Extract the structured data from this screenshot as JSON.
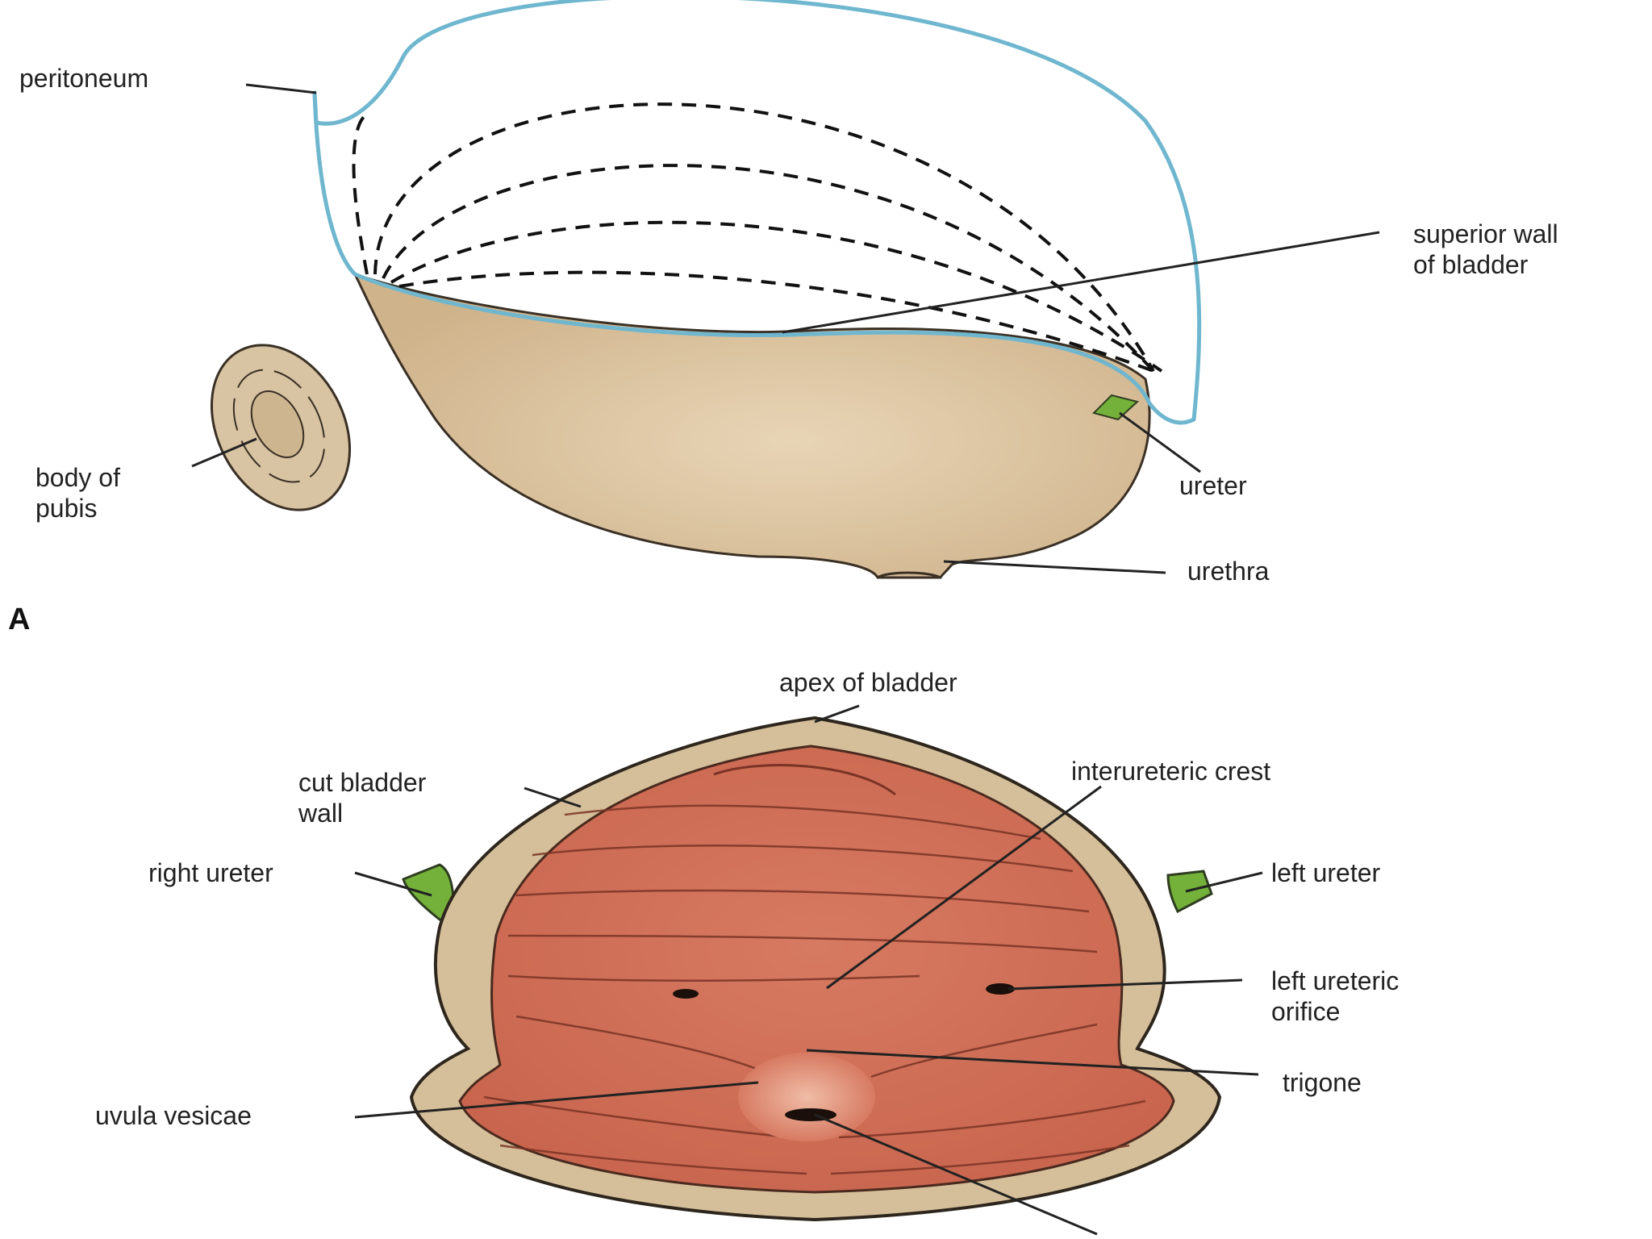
{
  "panel_a": {
    "letter": "A",
    "labels": {
      "peritoneum": "peritoneum",
      "superior_wall_line1": "superior wall",
      "superior_wall_line2": "of bladder",
      "body_of_pubis_line1": "body of",
      "body_of_pubis_line2": "pubis",
      "ureter": "ureter",
      "urethra": "urethra"
    }
  },
  "panel_b": {
    "labels": {
      "apex_of_bladder": "apex of bladder",
      "interureteric_crest": "interureteric crest",
      "cut_bladder_wall_line1": "cut bladder",
      "cut_bladder_wall_line2": "wall",
      "right_ureter": "right ureter",
      "left_ureter": "left ureter",
      "left_ureteric_orifice_line1": "left ureteric",
      "left_ureteric_orifice_line2": "orifice",
      "trigone": "trigone",
      "uvula_vesicae": "uvula vesicae"
    }
  },
  "colors": {
    "peritoneum_line": "#6fb6cf",
    "bladder_fill": "#d9bf9a",
    "bladder_edge": "#3a3025",
    "pubis_fill": "#d8c3a2",
    "ureter_green": "#74b13a",
    "mucosa": "#d1705a",
    "mucosa_dark": "#7a3425",
    "wall": "#d5bf9a"
  }
}
